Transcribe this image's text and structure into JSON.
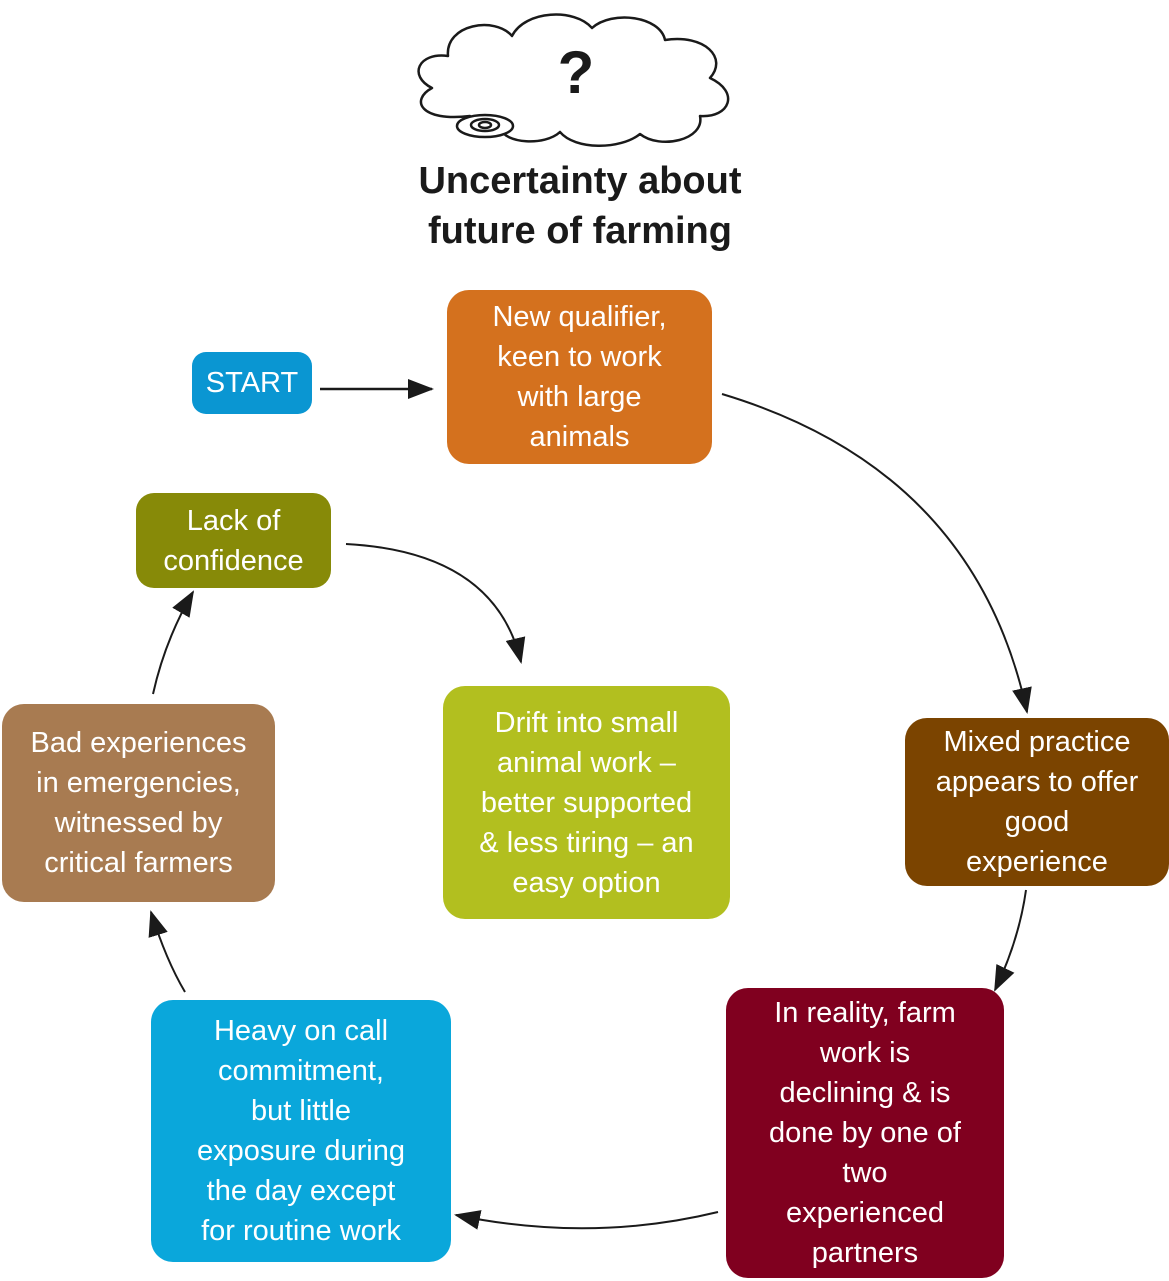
{
  "header": {
    "symbol": "?",
    "title_line1": "Uncertainty about",
    "title_line2": "future of farming"
  },
  "nodes": {
    "start": {
      "label": "START",
      "color": "#0a96d2"
    },
    "new_qualifier": {
      "lines": [
        "New qualifier,",
        "keen to work",
        "with large",
        "animals"
      ],
      "color": "#d4711e"
    },
    "mixed_practice": {
      "lines": [
        "Mixed practice",
        "appears to offer",
        "good",
        "experience"
      ],
      "color": "#7b4400"
    },
    "in_reality": {
      "lines": [
        "In reality, farm",
        "work is",
        "declining & is",
        "done by one of",
        "two",
        "experienced",
        "partners"
      ],
      "color": "#80001f"
    },
    "heavy_on_call": {
      "lines": [
        "Heavy on call",
        "commitment,",
        "but little",
        "exposure during",
        "the day except",
        "for routine work"
      ],
      "color": "#0aa7db"
    },
    "bad_experiences": {
      "lines": [
        "Bad experiences",
        "in emergencies,",
        "witnessed by",
        "critical farmers"
      ],
      "color": "#a87b51"
    },
    "lack_of_confidence": {
      "lines": [
        "Lack of",
        "confidence"
      ],
      "color": "#878a08"
    },
    "drift": {
      "lines": [
        "Drift into small",
        "animal work –",
        "better supported",
        "& less tiring – an",
        "easy option"
      ],
      "color": "#b2bf1f"
    }
  }
}
